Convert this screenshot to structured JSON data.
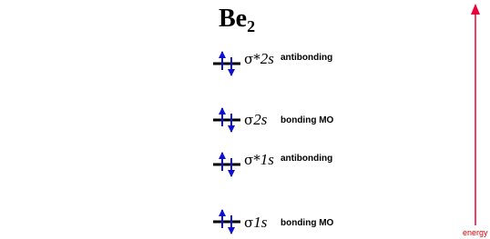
{
  "title": {
    "main": "Be",
    "subscript": "2"
  },
  "levels": [
    {
      "symbol": "σ*",
      "orbital": "2s",
      "kind": "antibonding"
    },
    {
      "symbol": "σ",
      "orbital": "2s",
      "kind": "bonding MO"
    },
    {
      "symbol": "σ*",
      "orbital": "1s",
      "kind": "antibonding"
    },
    {
      "symbol": "σ",
      "orbital": "1s",
      "kind": "bonding MO"
    }
  ],
  "axis": {
    "label": "energy",
    "color": "#e8003a"
  },
  "colors": {
    "electron_arrow": "#1010d0",
    "level_line": "#000000"
  }
}
